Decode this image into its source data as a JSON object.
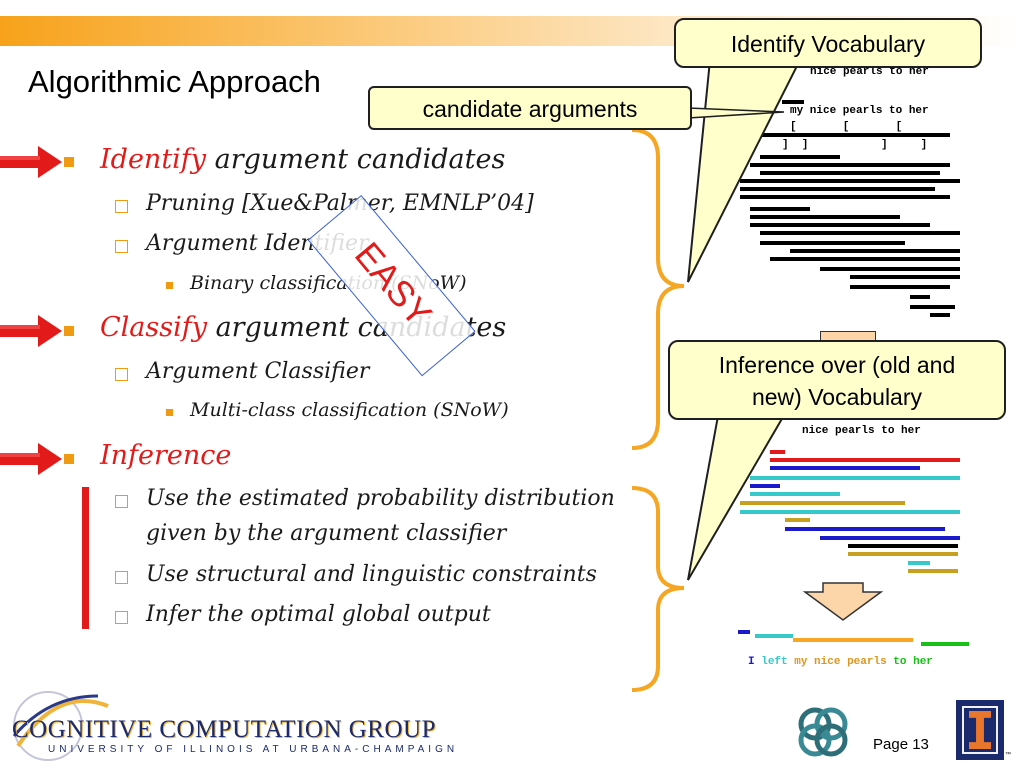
{
  "slide": {
    "title": "Algorithmic Approach",
    "page": "Page 13"
  },
  "bullets": {
    "b1_em": "Identify",
    "b1_rest": " argument candidates",
    "b1_s1": "Pruning  [Xue&Palmer, EMNLP’04]",
    "b1_s2": "Argument Identifier",
    "b1_s2_1": "Binary classification (SNoW)",
    "b2_em": "Classify",
    "b2_rest": " argument candidates",
    "b2_s1": "Argument Classifier",
    "b2_s1_1": "Multi-class classification (SNoW)",
    "b3_em": "Inference",
    "b3_s1_line1": "Use the estimated probability distribution",
    "b3_s1_line2": "given by the argument classifier",
    "b3_s2": "Use structural and linguistic constraints",
    "b3_s3": "Infer the optimal global output"
  },
  "callouts": {
    "identify_vocab": "Identify Vocabulary",
    "candidate_args": "candidate arguments",
    "inference_line1": "Inference over (old and",
    "inference_line2": "new) Vocabulary"
  },
  "stamp": {
    "text": "EASY"
  },
  "diagram": {
    "sent_top_1": "nice pearls to her",
    "sent_top_2": "my nice pearls to her",
    "sent_bottom_1": "nice pearls to her",
    "result_words": [
      "I",
      "left",
      "my",
      "nice",
      "pearls",
      "to",
      "her"
    ]
  },
  "footer": {
    "logo_main": "COGNITIVE COMPUTATION GROUP",
    "logo_sub": "UNIVERSITY OF ILLINOIS AT URBANA-CHAMPAIGN"
  },
  "colors": {
    "accent_red": "#e21a1a",
    "bullet_orange": "#f09a12",
    "callout_fill": "#ffffcc",
    "brace_orange": "#f5a623",
    "blue": "#1a1acc",
    "cyan": "#37c9c9",
    "gold": "#c8a020",
    "green": "#18c018"
  },
  "icons": {
    "arrow": "red-right-arrow-icon",
    "down_arrow": "down-arrow-icon",
    "uiuc_logo": "illinois-i-logo-icon",
    "knot_logo": "celtic-knot-logo-icon"
  }
}
